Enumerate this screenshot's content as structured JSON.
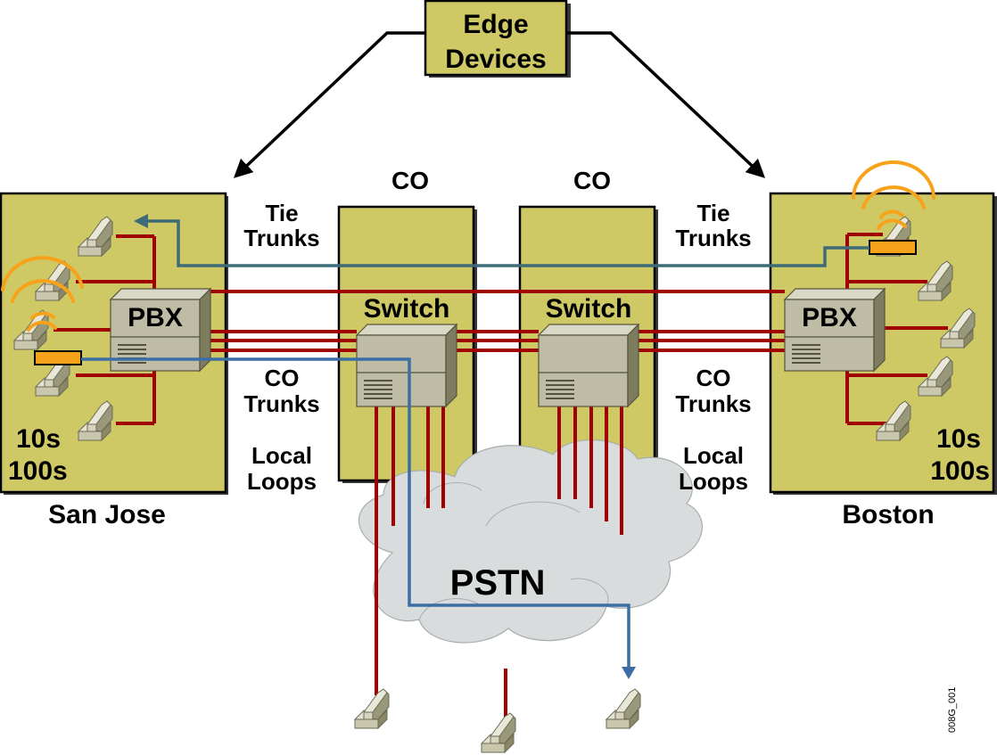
{
  "edge_devices": {
    "line1": "Edge",
    "line2": "Devices"
  },
  "sites": {
    "left": {
      "name": "San Jose",
      "device": "PBX",
      "count1": "10s",
      "count2": "100s"
    },
    "right": {
      "name": "Boston",
      "device": "PBX",
      "count1": "10s",
      "count2": "100s"
    }
  },
  "central_offices": [
    {
      "label": "CO",
      "device": "Switch"
    },
    {
      "label": "CO",
      "device": "Switch"
    }
  ],
  "link_labels": {
    "left": {
      "tie1": "Tie",
      "tie2": "Trunks",
      "co1": "CO",
      "co2": "Trunks",
      "loop1": "Local",
      "loop2": "Loops"
    },
    "right": {
      "tie1": "Tie",
      "tie2": "Trunks",
      "co1": "CO",
      "co2": "Trunks",
      "loop1": "Local",
      "loop2": "Loops"
    }
  },
  "cloud": {
    "label": "PSTN"
  },
  "figure_id": "008G_001",
  "colors": {
    "site_fill": "#cfc965",
    "trunk_red": "#a00000",
    "path_teal": "#3d6b78",
    "path_blue": "#3a6ea5",
    "wireless_orange": "#f7a21b",
    "cloud_fill": "#d8dcdd"
  }
}
